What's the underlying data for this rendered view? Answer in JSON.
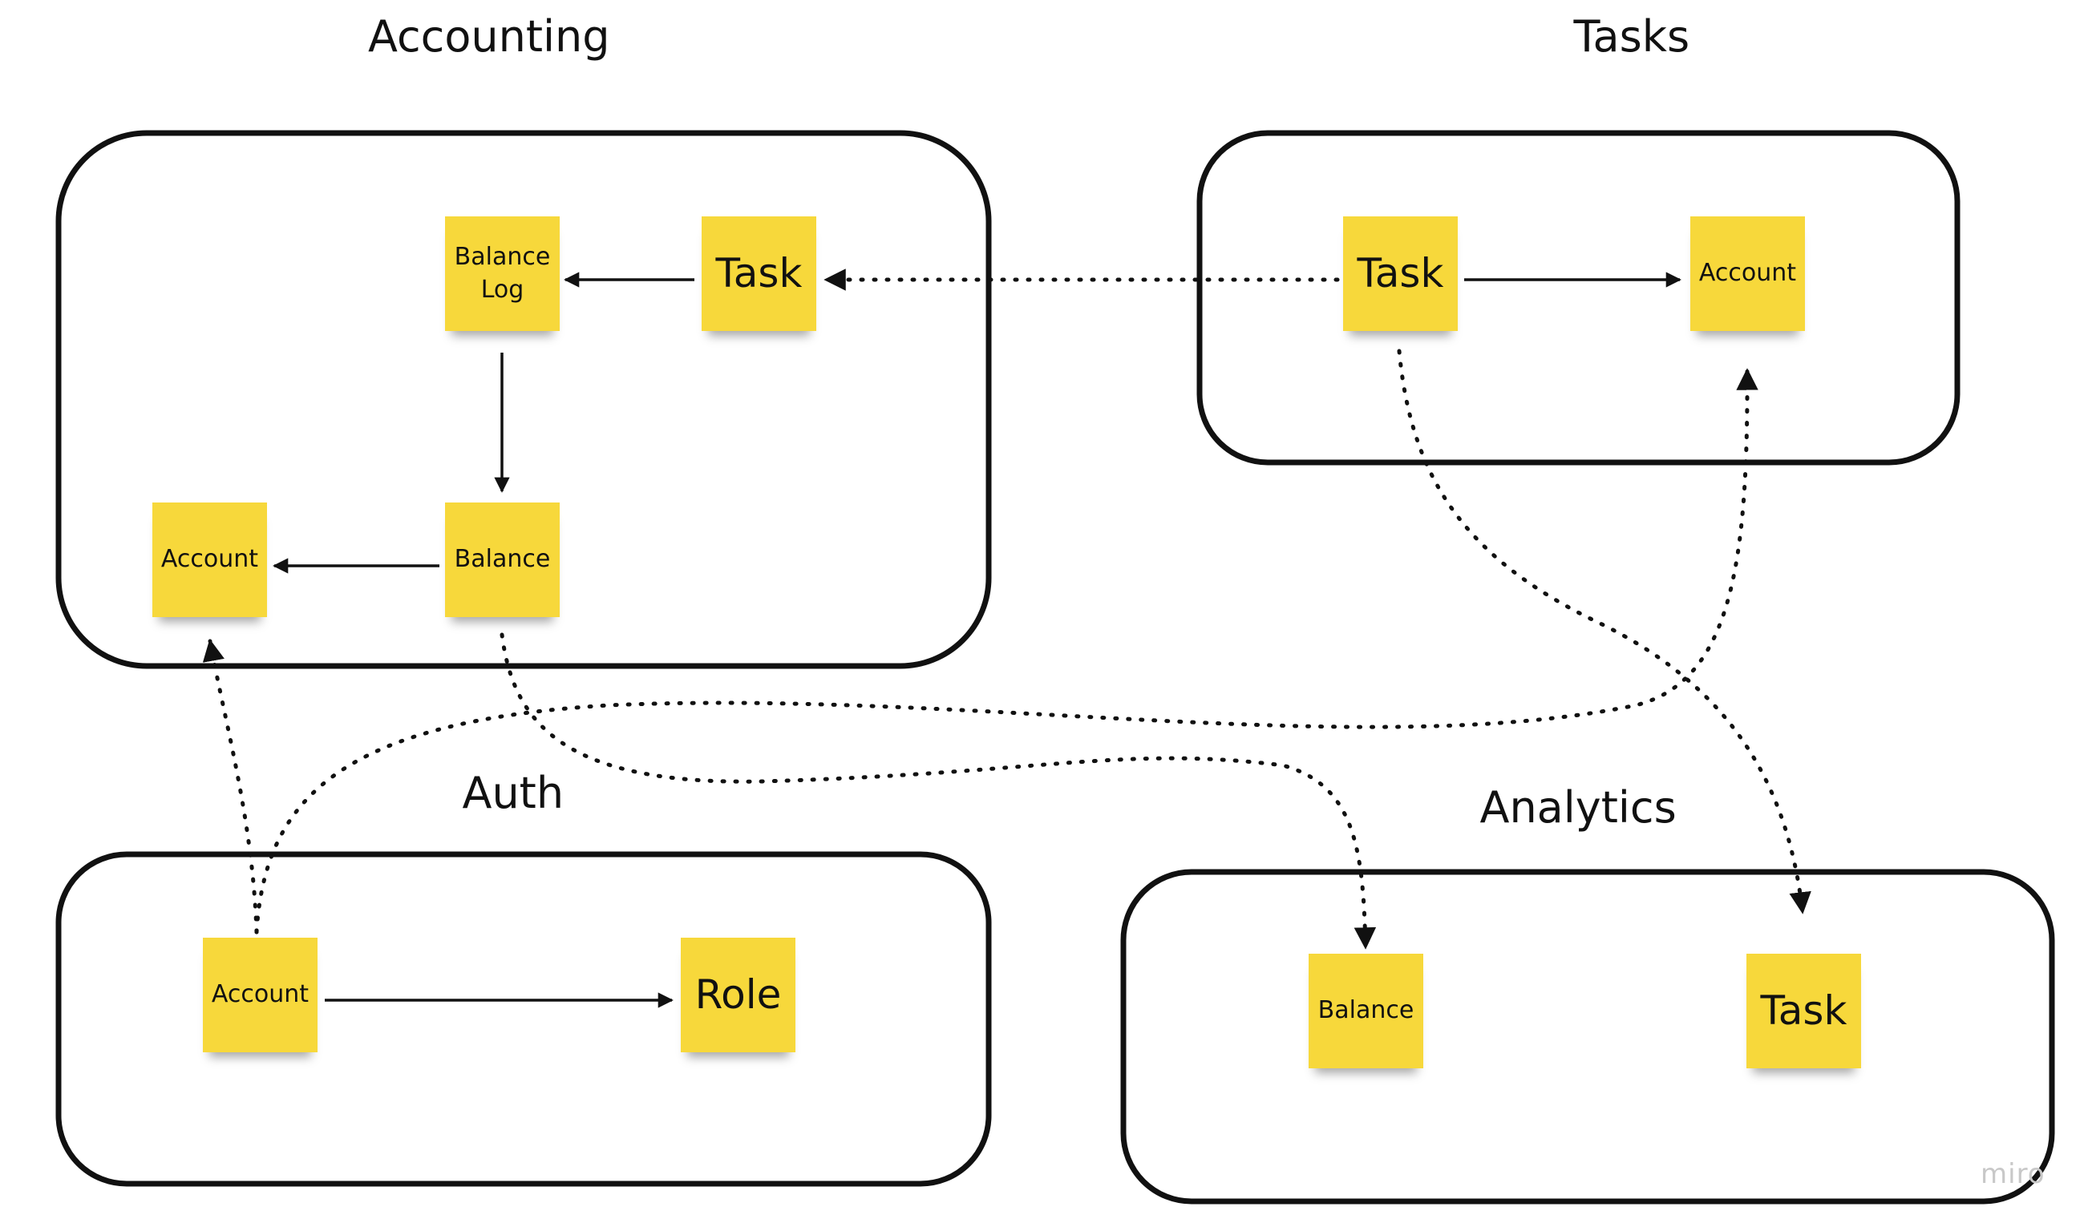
{
  "groups": {
    "accounting": {
      "title": "Accounting"
    },
    "tasks": {
      "title": "Tasks"
    },
    "auth": {
      "title": "Auth"
    },
    "analytics": {
      "title": "Analytics"
    }
  },
  "stickies": {
    "acc_balance_log": "Balance\nLog",
    "acc_task": "Task",
    "acc_account": "Account",
    "acc_balance": "Balance",
    "tasks_task": "Task",
    "tasks_account": "Account",
    "auth_account": "Account",
    "auth_role": "Role",
    "an_balance": "Balance",
    "an_task": "Task"
  },
  "colors": {
    "sticky": "#f7d83b",
    "stroke": "#111111",
    "watermark": "#c8c8c8"
  },
  "watermark": "miro"
}
